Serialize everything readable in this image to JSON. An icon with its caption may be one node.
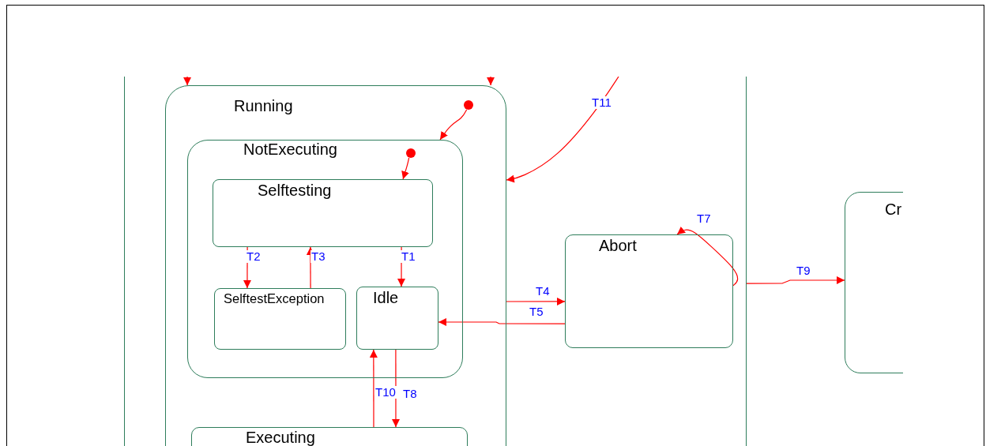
{
  "diagram": {
    "nodes": [
      {
        "text": [],
        "shape": "box"
      },
      {
        "text": [
          "Running"
        ],
        "in": 0
      },
      {
        "text": [
          "NotExecuting"
        ],
        "in": 1
      },
      {
        "text": [
          "Selftesting"
        ],
        "in": 2
      },
      {
        "text": [
          "SelftestException"
        ],
        "in": 2
      },
      {
        "text": [
          "Idle"
        ],
        "in": 2
      },
      {
        "text": [
          "Executing"
        ],
        "in": 1
      },
      {
        "text": [
          "Abort"
        ],
        "in": 0
      },
      {
        "text": [
          "Cr"
        ]
      },
      {
        "text": [],
        "shape": "circle",
        "in": 1
      },
      {
        "text": [],
        "shape": "circle",
        "in": 2
      }
    ],
    "edges": [
      {
        "from": 9,
        "to": 2,
        "arrow": "to"
      },
      {
        "from": 10,
        "to": 3,
        "arrow": "to"
      },
      {
        "from": 3,
        "to": 4,
        "arrow": "to",
        "label": "T2"
      },
      {
        "from": 4,
        "to": 3,
        "arrow": "to",
        "label": "T3"
      },
      {
        "from": 3,
        "to": 5,
        "arrow": "to",
        "label": "T1"
      },
      {
        "from": 1,
        "to": 7,
        "arrow": "to",
        "label": "T4"
      },
      {
        "from": 7,
        "to": 5,
        "arrow": "to",
        "label": "T5"
      },
      {
        "from": 5,
        "to": 6,
        "arrow": "to",
        "label": "T8"
      },
      {
        "from": 6,
        "to": 5,
        "arrow": "to",
        "label": "T10"
      },
      {
        "from": 7,
        "to": 7,
        "arrow": "to",
        "label": "T7"
      },
      {
        "from": 0,
        "to": 8,
        "arrow": "to",
        "label": "T9"
      },
      {
        "from": null,
        "to": 1,
        "arrow": "to",
        "label": "T11"
      },
      {
        "from": null,
        "to": 1,
        "arrow": "to"
      },
      {
        "from": null,
        "to": 1,
        "arrow": "to"
      }
    ]
  }
}
